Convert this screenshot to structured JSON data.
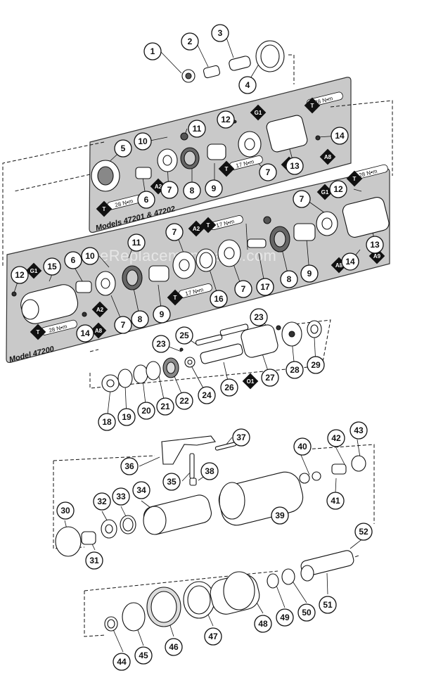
{
  "panels": {
    "upper_model_label": "Models 47201 & 47202",
    "lower_model_label": "Model 47200"
  },
  "watermark": "eReplacementParts.com",
  "torque_labels": {
    "t28a": "28 N•m",
    "t17a": "17 N•m",
    "t28b": "28 N•m",
    "t28c": "28 N•m",
    "t17b": "17 N•m",
    "t17c": "17 N•m",
    "t28d": "28 N•m"
  },
  "marks": {
    "T": "T",
    "G1": "G1",
    "A2": "A2",
    "A8": "A8",
    "A9": "A9",
    "O1": "O1"
  },
  "callouts": [
    "1",
    "2",
    "3",
    "4",
    "5",
    "6",
    "7",
    "8",
    "9",
    "10",
    "11",
    "12",
    "13",
    "14",
    "15",
    "16",
    "17",
    "18",
    "19",
    "20",
    "21",
    "22",
    "23",
    "24",
    "25",
    "26",
    "27",
    "28",
    "29",
    "30",
    "31",
    "32",
    "33",
    "34",
    "35",
    "36",
    "37",
    "38",
    "39",
    "40",
    "41",
    "42",
    "43",
    "44",
    "45",
    "46",
    "47",
    "48",
    "49",
    "50",
    "51",
    "52"
  ],
  "colors": {
    "panel_fill": "#c9c9c9",
    "panel_stroke": "#333333",
    "line": "#111111",
    "mark_fill": "#111111"
  }
}
